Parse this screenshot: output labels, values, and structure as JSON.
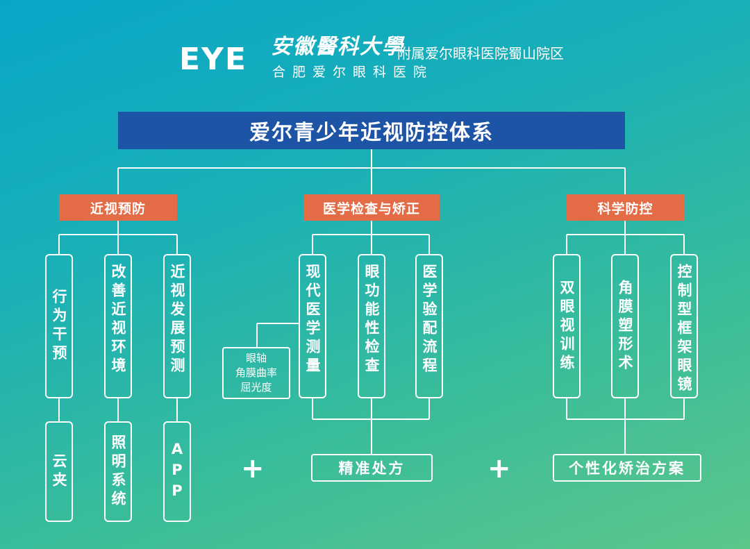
{
  "header": {
    "logo_text": "EYE",
    "university": "安徽醫科大學",
    "affiliation": "附属爱尔眼科医院蜀山院区",
    "hospital": "合肥爱尔眼科医院"
  },
  "title": "爱尔青少年近视防控体系",
  "categories": [
    {
      "label": "近视预防",
      "items": [
        "行为干预",
        "改善近视环境",
        "近视发展预测"
      ],
      "sub_items": [
        "云夹",
        "照明系统",
        "APP"
      ]
    },
    {
      "label": "医学检查与矫正",
      "items": [
        "现代医学测量",
        "眼功能性检查",
        "医学验配流程"
      ],
      "measure_notes": [
        "眼轴",
        "角膜曲率",
        "屈光度"
      ],
      "result": "精准处方"
    },
    {
      "label": "科学防控",
      "items": [
        "双眼视训练",
        "角膜塑形术",
        "控制型框架眼镜"
      ],
      "result": "个性化矫治方案"
    }
  ],
  "plus_sign": "+",
  "colors": {
    "title_bg": "#1e54a6",
    "category_bg": "#e36b45",
    "line": "#ffffff"
  }
}
